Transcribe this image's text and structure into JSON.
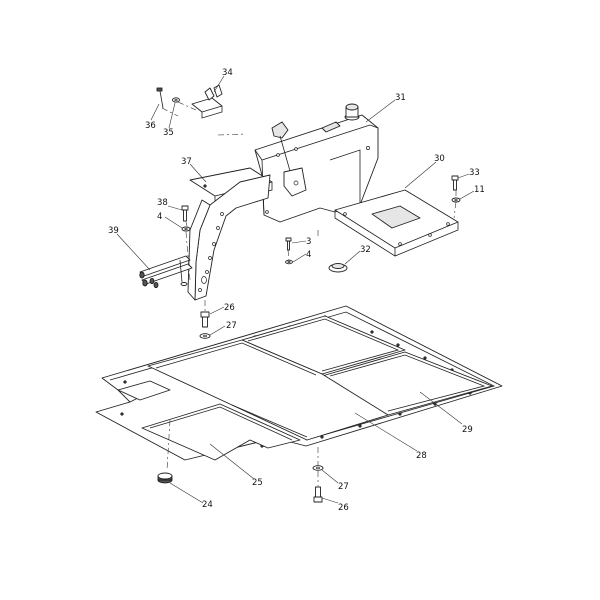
{
  "callouts": [
    {
      "id": "c34",
      "label": "34"
    },
    {
      "id": "c36",
      "label": "36"
    },
    {
      "id": "c35",
      "label": "35"
    },
    {
      "id": "c31",
      "label": "31"
    },
    {
      "id": "c37",
      "label": "37"
    },
    {
      "id": "c30",
      "label": "30"
    },
    {
      "id": "c33",
      "label": "33"
    },
    {
      "id": "c11",
      "label": "11"
    },
    {
      "id": "c38",
      "label": "38"
    },
    {
      "id": "c4a",
      "label": "4"
    },
    {
      "id": "c39",
      "label": "39"
    },
    {
      "id": "c3",
      "label": "3"
    },
    {
      "id": "c4b",
      "label": "4"
    },
    {
      "id": "c32",
      "label": "32"
    },
    {
      "id": "c26a",
      "label": "26"
    },
    {
      "id": "c27a",
      "label": "27"
    },
    {
      "id": "c29",
      "label": "29"
    },
    {
      "id": "c28",
      "label": "28"
    },
    {
      "id": "c25",
      "label": "25"
    },
    {
      "id": "c27b",
      "label": "27"
    },
    {
      "id": "c24",
      "label": "24"
    },
    {
      "id": "c26b",
      "label": "26"
    }
  ]
}
